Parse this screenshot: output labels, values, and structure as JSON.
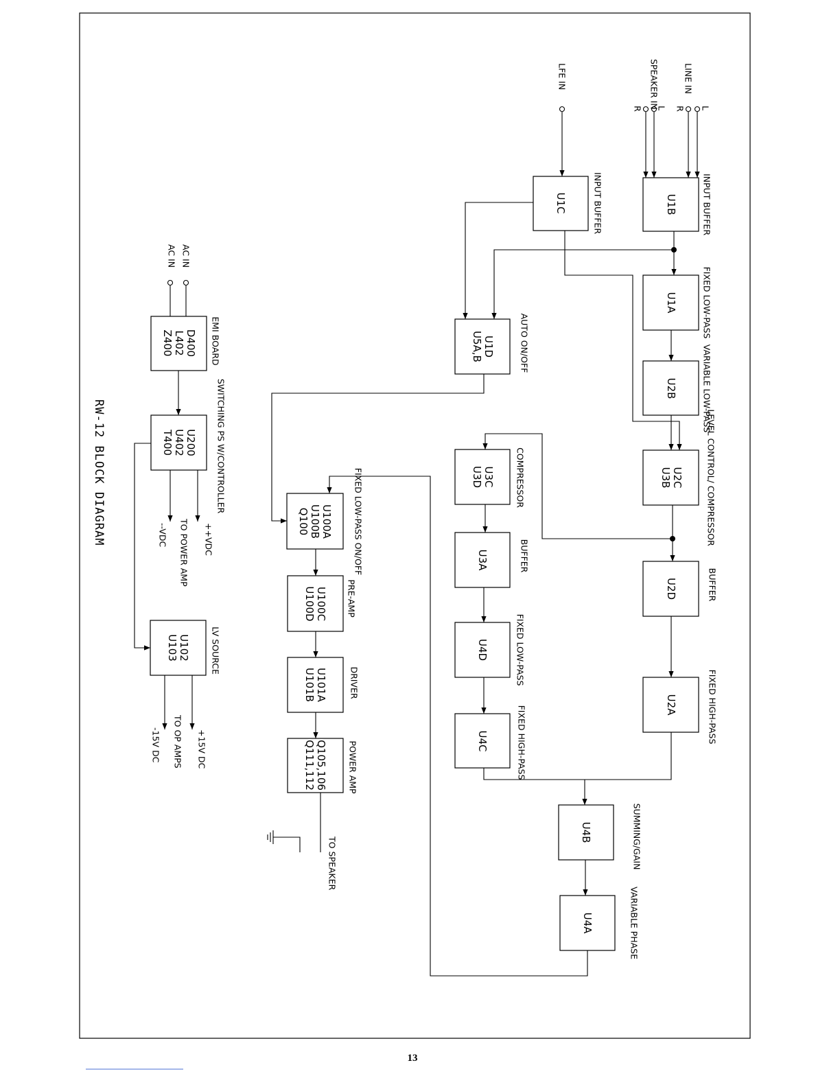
{
  "diagram": {
    "title": "RW-12 BLOCK DIAGRAM",
    "page_number": "13",
    "inputs": {
      "speaker_in": "SPEAKER IN",
      "line_in": "LINE IN",
      "lfe_in": "LFE IN",
      "left": "L",
      "right": "R",
      "ac_in": "AC IN"
    },
    "blocks": {
      "u1b": {
        "label": "INPUT BUFFER",
        "parts": [
          "U1B"
        ]
      },
      "u1c": {
        "label": "INPUT BUFFER",
        "parts": [
          "U1C"
        ]
      },
      "u1a": {
        "label": "FIXED LOW-PASS",
        "parts": [
          "U1A"
        ]
      },
      "u2b": {
        "label": "VARIABLE LOW-PASS",
        "parts": [
          "U2B"
        ]
      },
      "u2c": {
        "label": "LEVEL CONTROL/ COMPRESSOR",
        "parts": [
          "U2C",
          "U3B"
        ]
      },
      "u2d": {
        "label": "BUFFER",
        "parts": [
          "U2D"
        ]
      },
      "u2a": {
        "label": "FIXED HIGH-PASS",
        "parts": [
          "U2A"
        ]
      },
      "u1d": {
        "label": "AUTO ON/OFF",
        "parts": [
          "U1D",
          "U5A,B"
        ]
      },
      "u3c": {
        "label": "COMPRESSOR",
        "parts": [
          "U3C",
          "U3D"
        ]
      },
      "u3a": {
        "label": "BUFFER",
        "parts": [
          "U3A"
        ]
      },
      "u4d": {
        "label": "FIXED LOW-PASS",
        "parts": [
          "U4D"
        ]
      },
      "u4c": {
        "label": "FIXED HIGH-PASS",
        "parts": [
          "U4C"
        ]
      },
      "u4b": {
        "label": "SUMMING/GAIN",
        "parts": [
          "U4B"
        ]
      },
      "u4a": {
        "label": "VARIABLE PHASE",
        "parts": [
          "U4A"
        ]
      },
      "u100a": {
        "label": "FIXED LOW-PASS ON/OFF",
        "parts": [
          "U100A",
          "U100B",
          "Q100"
        ]
      },
      "u100c": {
        "label": "PRE-AMP",
        "parts": [
          "U100C",
          "U100D"
        ]
      },
      "u101": {
        "label": "DRIVER",
        "parts": [
          "U101A",
          "U101B"
        ]
      },
      "q105": {
        "label": "POWER AMP",
        "parts": [
          "Q105,106",
          "Q111,112"
        ]
      },
      "emi": {
        "label": "EMI BOARD",
        "parts": [
          "D400",
          "L402",
          "Z400"
        ]
      },
      "sps": {
        "label": "SWITCHING PS W/CONTROLLER",
        "parts": [
          "U200",
          "U402",
          "T400"
        ]
      },
      "lv": {
        "label": "LV SOURCE",
        "parts": [
          "U102",
          "U103"
        ]
      }
    },
    "outputs": {
      "to_speaker": "TO SPEAKER",
      "to_power_amp": "TO POWER AMP",
      "pos_vdc": "++VDC",
      "neg_vdc": "--VDC",
      "to_op_amps": "TO OP AMPS",
      "pos_15": "+15V DC",
      "neg_15": "-15V DC"
    }
  }
}
